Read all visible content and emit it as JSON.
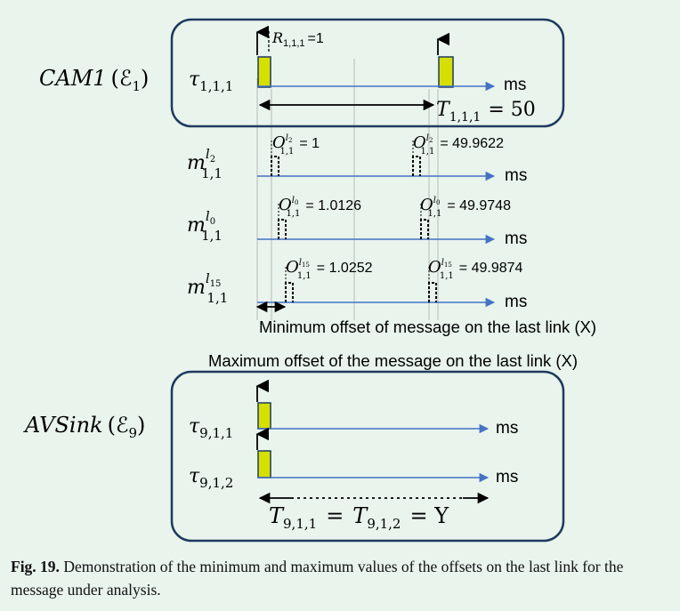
{
  "colors": {
    "background": "#e8f4ec",
    "box_stroke": "#1f3a5f",
    "timeline": "#4472c4",
    "task_fill": "#d5e000",
    "guide_line": "#b7bdb9"
  },
  "source_box": {
    "label_name": "CAM1",
    "label_paren": "(ℰ",
    "label_sub": "1",
    "label_close": ")",
    "task_symbol": "τ",
    "task_sub": "1,1,1",
    "release_symbol": "R",
    "release_sub": "1,1,1",
    "release_value": "=1",
    "unit": "ms",
    "period_symbol": "T",
    "period_sub": "1,1,1",
    "period_value": "= 50"
  },
  "messages": [
    {
      "sym": "m",
      "sup": "l",
      "sup_sub": "2",
      "sub": "1,1",
      "offset_symbol": "O",
      "offset_sup": "l",
      "offset_sup_sub": "2",
      "offset_sub": "1,1",
      "first_value": "= 1",
      "second_value": "= 49.9622",
      "unit": "ms"
    },
    {
      "sym": "m",
      "sup": "l",
      "sup_sub": "0",
      "sub": "1,1",
      "offset_symbol": "O",
      "offset_sup": "l",
      "offset_sup_sub": "0",
      "offset_sub": "1,1",
      "first_value": "= 1.0126",
      "second_value": "= 49.9748",
      "unit": "ms"
    },
    {
      "sym": "m",
      "sup": "l",
      "sup_sub": "15",
      "sub": "1,1",
      "offset_symbol": "O",
      "offset_sup": "l",
      "offset_sup_sub": "15",
      "offset_sub": "1,1",
      "first_value": "= 1.0252",
      "second_value": "= 49.9874",
      "unit": "ms"
    }
  ],
  "annotations": {
    "min_offset": "Minimum offset of message on the last link (X)",
    "max_offset": "Maximum offset of the message on the last link (X)"
  },
  "sink_box": {
    "label_name": "AVSink",
    "label_paren": "(ℰ",
    "label_sub": "9",
    "label_close": ")",
    "task_symbol": "τ",
    "tasks": [
      {
        "sub": "9,1,1",
        "unit": "ms"
      },
      {
        "sub": "9,1,2",
        "unit": "ms"
      }
    ],
    "period_eq": {
      "t1_symbol": "T",
      "t1_sub": "9,1,1",
      "eq1": "=",
      "t2_symbol": "T",
      "t2_sub": "9,1,2",
      "eq2": "= Y"
    }
  },
  "caption": {
    "label": "Fig. 19.",
    "text": "Demonstration of the minimum and maximum values of the offsets on the last link for the message under analysis."
  }
}
